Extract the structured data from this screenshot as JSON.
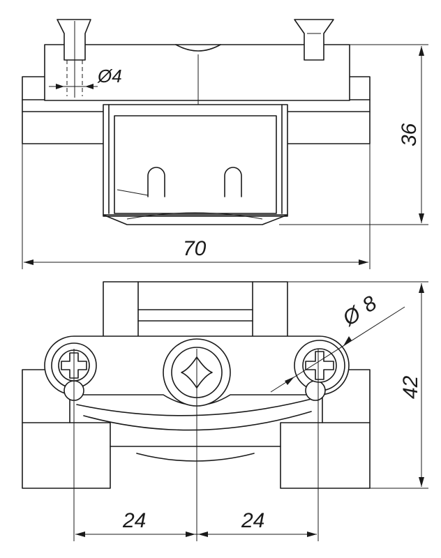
{
  "dimensions": {
    "hole_diameter": "Ø4",
    "height_top": "36",
    "width_total": "70",
    "screw_head_symbol": "Ø",
    "screw_head_diameter": "8",
    "height_bottom": "42",
    "spacing_left": "24",
    "spacing_right": "24"
  },
  "colors": {
    "line": "#1a1a1a",
    "background": "#ffffff"
  },
  "icons": [
    "phillips-screw-icon",
    "pozidriv-screw-icon",
    "cross-screw-icon"
  ]
}
